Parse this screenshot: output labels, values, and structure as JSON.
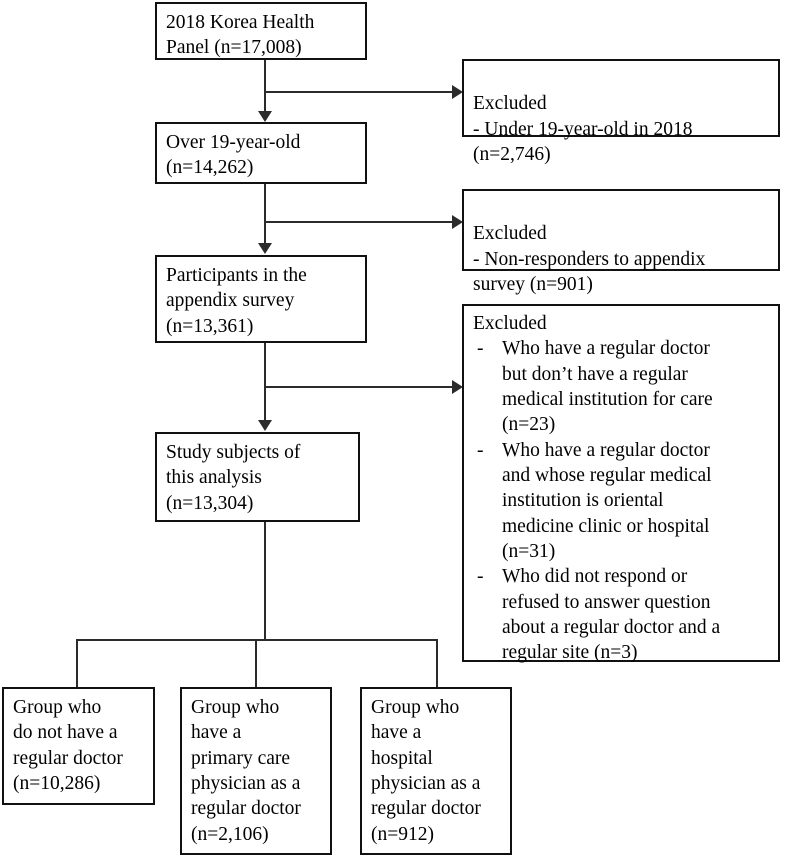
{
  "diagram": {
    "title": "Study participant selection flow",
    "line_color": "#2b2b2b",
    "box_border_color": "#111111",
    "background": "#ffffff"
  },
  "main_flow": [
    {
      "id": "source-population",
      "text": "2018 Korea Health\nPanel (n=17,008)"
    },
    {
      "id": "over-19",
      "text": "Over 19-year-old\n(n=14,262)"
    },
    {
      "id": "appendix-participants",
      "text": "Participants in the\nappendix survey\n(n=13,361)"
    },
    {
      "id": "study-subjects",
      "text": "Study subjects of\nthis analysis\n(n=13,304)"
    }
  ],
  "exclusions": [
    {
      "id": "excluded-under-19",
      "heading": "Excluded",
      "items": [
        {
          "dash": "-",
          "text": " Under 19-year-old in 2018\n(n=2,746)",
          "inline": true
        }
      ]
    },
    {
      "id": "excluded-non-responders",
      "heading": "Excluded",
      "items": [
        {
          "dash": "-",
          "text": " Non-responders to appendix\nsurvey (n=901)",
          "inline": true
        }
      ]
    },
    {
      "id": "excluded-regular-doctor-criteria",
      "heading": "Excluded",
      "items": [
        {
          "dash": "-",
          "text": "Who have  a regular doctor\nbut  don’t have a regular\nmedical institution for care\n(n=23)",
          "inline": false
        },
        {
          "dash": "-",
          "text": "Who have a regular doctor\nand whose regular medical\ninstitution is oriental\nmedicine clinic or hospital\n(n=31)",
          "inline": false
        },
        {
          "dash": "-",
          "text": "Who did not respond or\nrefused to answer question\nabout a regular doctor and a\nregular site (n=3)",
          "inline": false
        }
      ]
    }
  ],
  "groups": [
    {
      "id": "group-no-regular-doctor",
      "text": "Group who\ndo not have a\nregular doctor\n(n=10,286)"
    },
    {
      "id": "group-primary-care-physician",
      "text": "Group who\nhave a\nprimary care\nphysician as a\nregular doctor\n(n=2,106)"
    },
    {
      "id": "group-hospital-physician",
      "text": "Group who\nhave a\nhospital\nphysician as a\nregular doctor\n(n=912)"
    }
  ]
}
